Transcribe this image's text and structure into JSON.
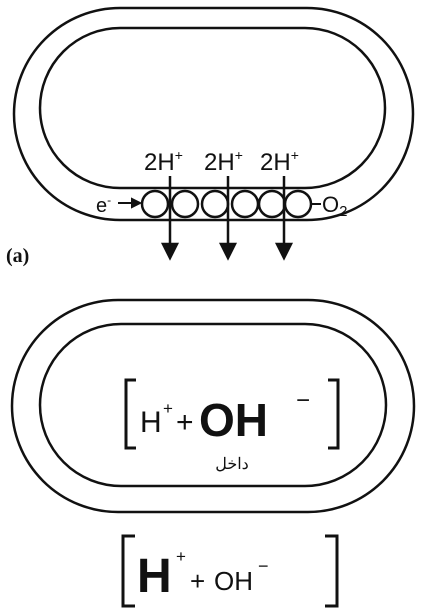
{
  "panel_a": {
    "label": "(a)",
    "protons": [
      "2H",
      "2H",
      "2H"
    ],
    "proton_sup": "+",
    "electron": "e",
    "electron_sup": "-",
    "oxygen": "O",
    "oxygen_sub": "2"
  },
  "inner_bracket": {
    "h": "H",
    "h_sup": "+",
    "plus": "+",
    "oh": "OH",
    "oh_sup": "−",
    "caption": "داخل"
  },
  "outer_bracket": {
    "h": "H",
    "h_sup": "+",
    "plus": "+",
    "oh": "OH",
    "oh_sup": "−"
  }
}
